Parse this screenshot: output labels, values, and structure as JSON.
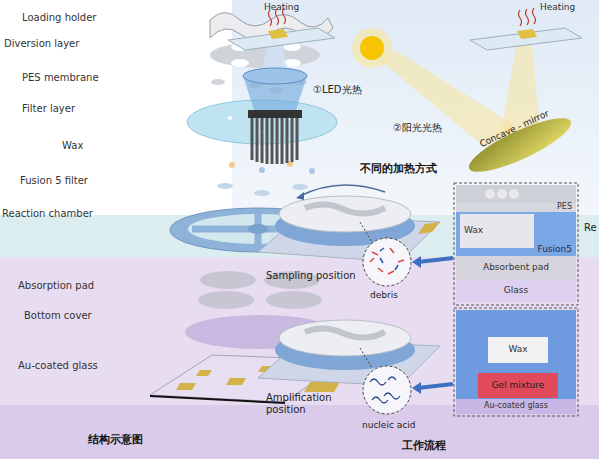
{
  "diagram": {
    "nodes": [
      {
        "text": [
          "PES"
        ]
      },
      {
        "text": [
          "Fusion5"
        ]
      },
      {
        "text": [
          "Wax"
        ],
        "in": 1
      },
      {
        "text": [
          "Absorbent pad"
        ]
      },
      {
        "text": [
          "Glass"
        ]
      },
      {
        "text": [
          "Wax"
        ]
      },
      {
        "text": [
          "Gel mixture"
        ]
      },
      {
        "text": [
          "Au-coated glass"
        ]
      }
    ],
    "labels": [
      "Loading holder",
      "Diversion layer",
      "PES membrane",
      "Filter layer",
      "Wax",
      "Fusion 5 filter",
      "Reaction chamber",
      "Absorption pad",
      "Bottom cover",
      "Au-coated glass",
      "结构示意图",
      "Heating",
      "Heating",
      "①LED光热",
      "②阳光光热",
      "Concave - mirror",
      "不同的加热方式",
      "Sampling position",
      "debris",
      "Amplification position",
      "nucleic acid",
      "工作流程",
      "Re"
    ]
  }
}
